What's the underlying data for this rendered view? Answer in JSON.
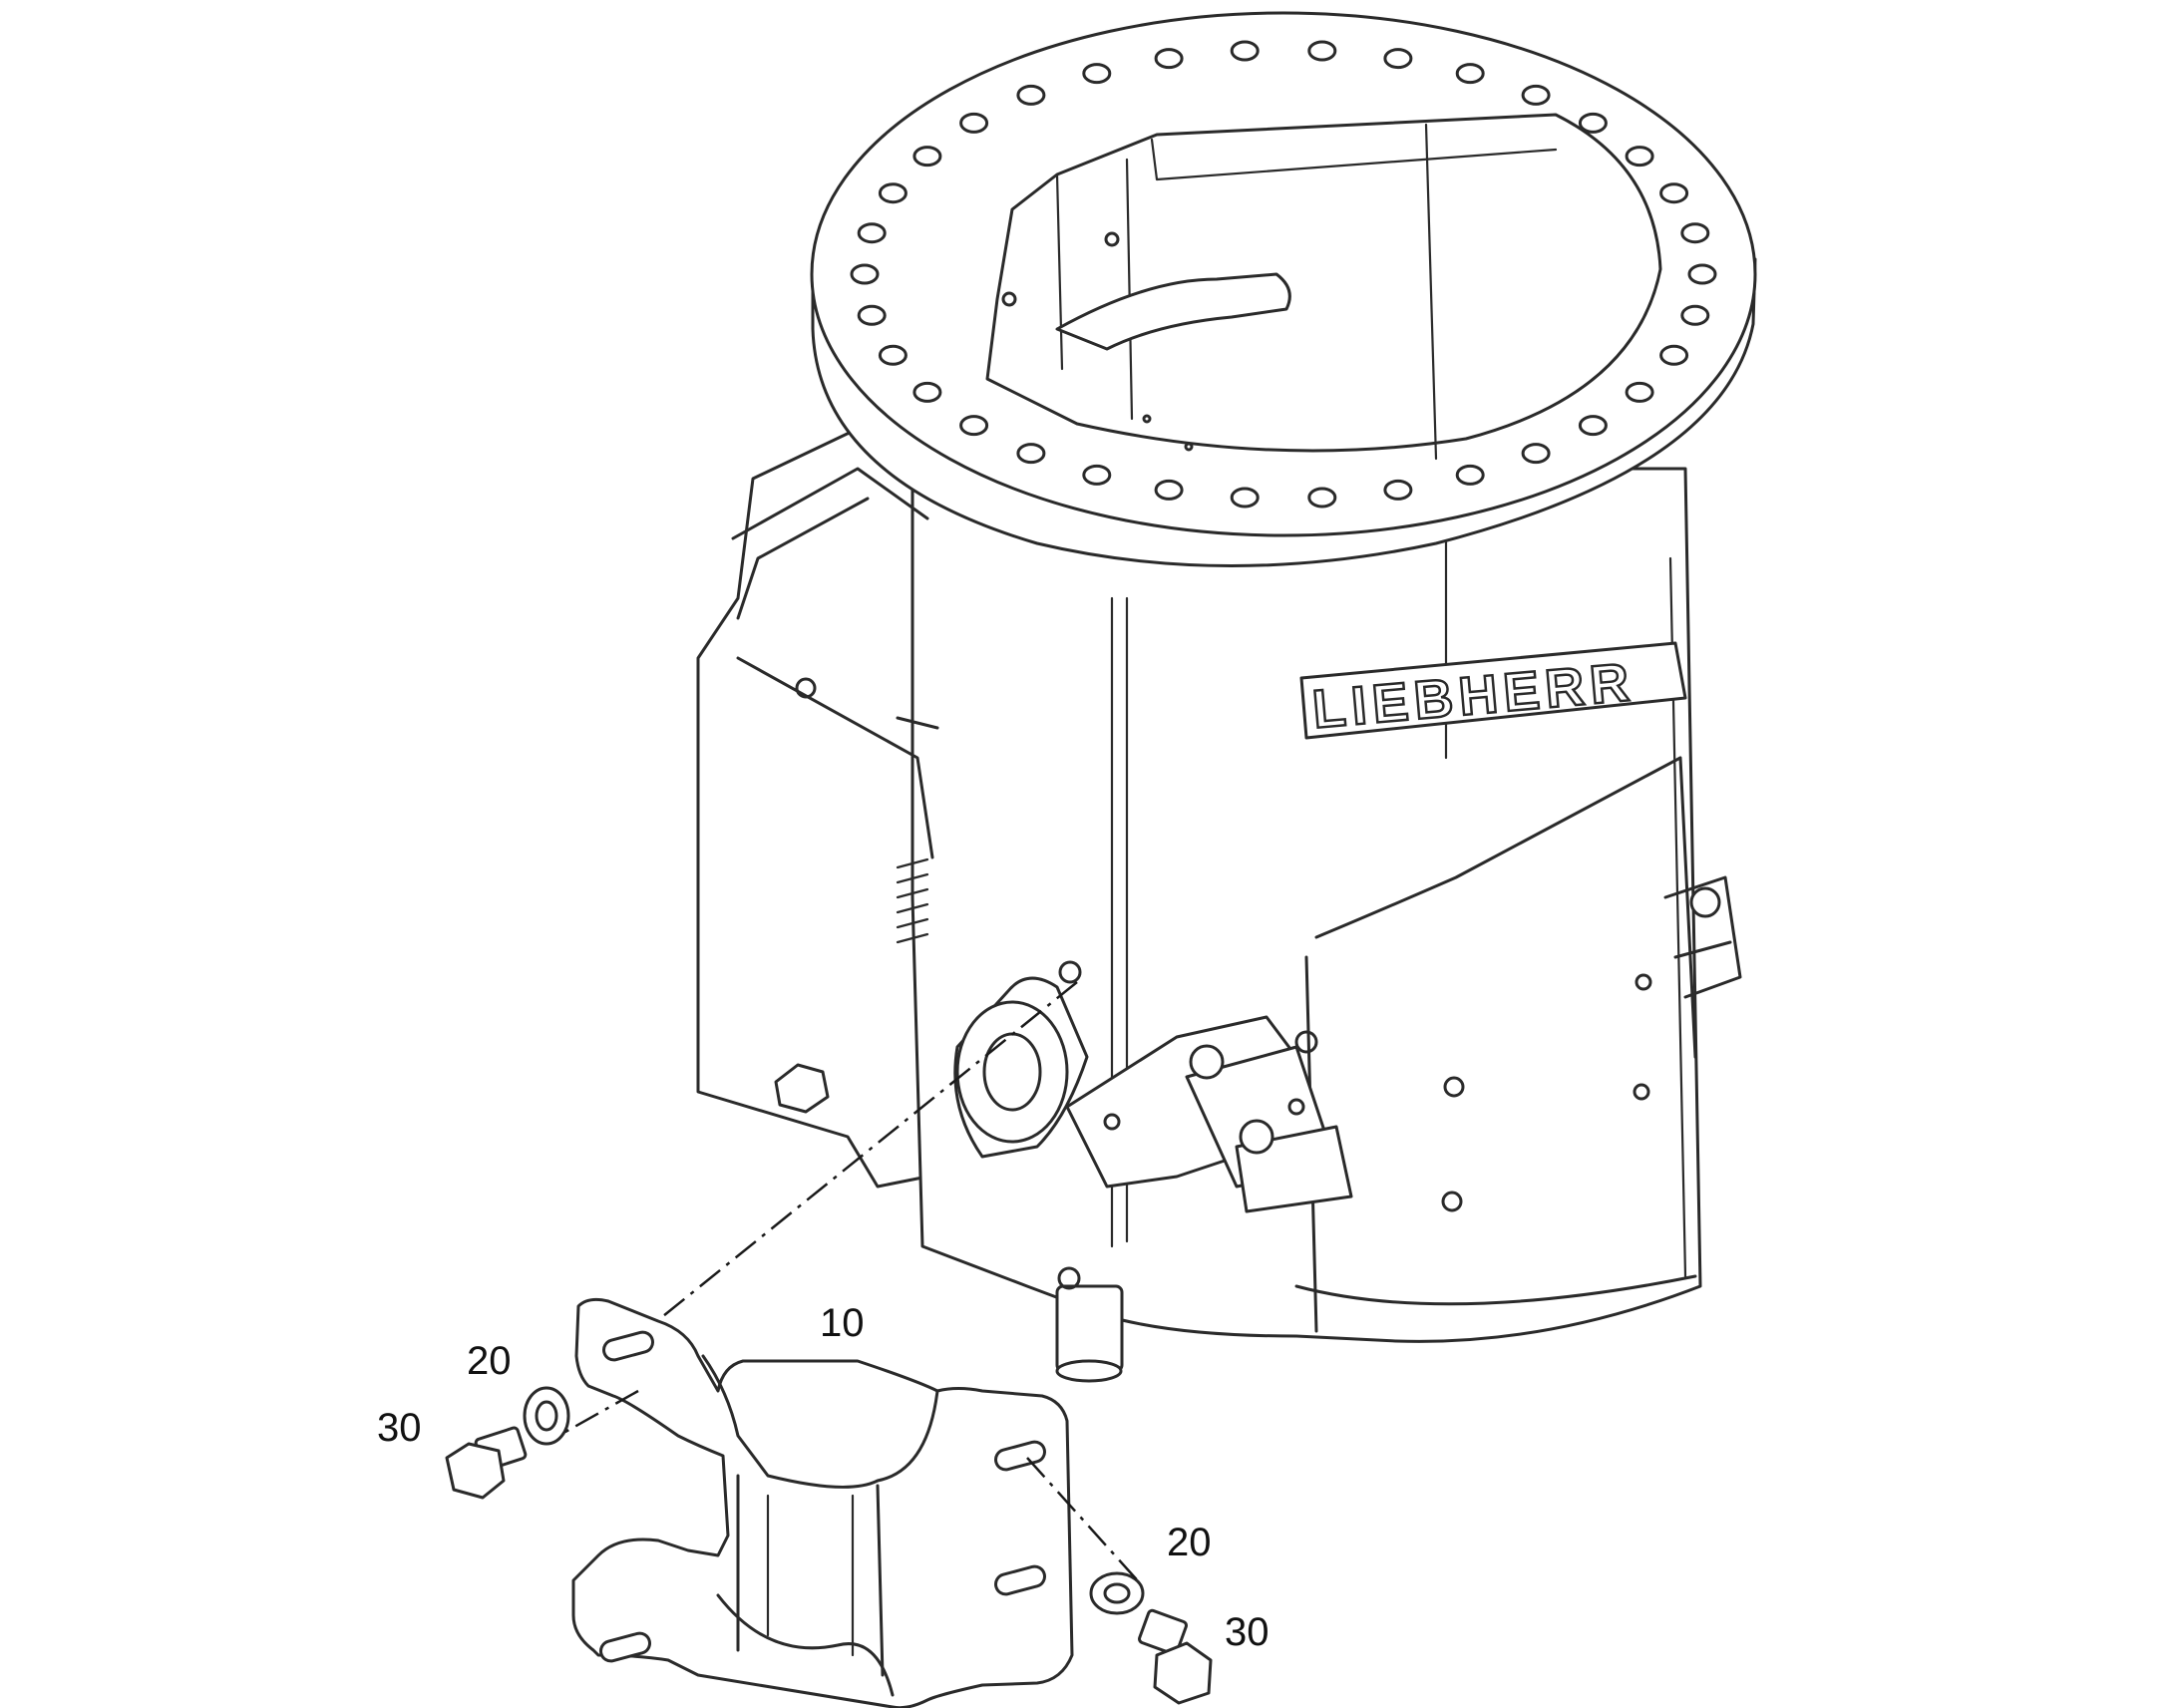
{
  "diagram": {
    "brand_mark": "LIEBHERR",
    "callouts": [
      {
        "id": "bracket",
        "label": "10"
      },
      {
        "id": "washer-left",
        "label": "20"
      },
      {
        "id": "bolt-left",
        "label": "30"
      },
      {
        "id": "washer-right",
        "label": "20"
      },
      {
        "id": "bolt-right",
        "label": "30"
      }
    ],
    "colors": {
      "line": "#2a2a2a",
      "background": "#ffffff"
    }
  }
}
